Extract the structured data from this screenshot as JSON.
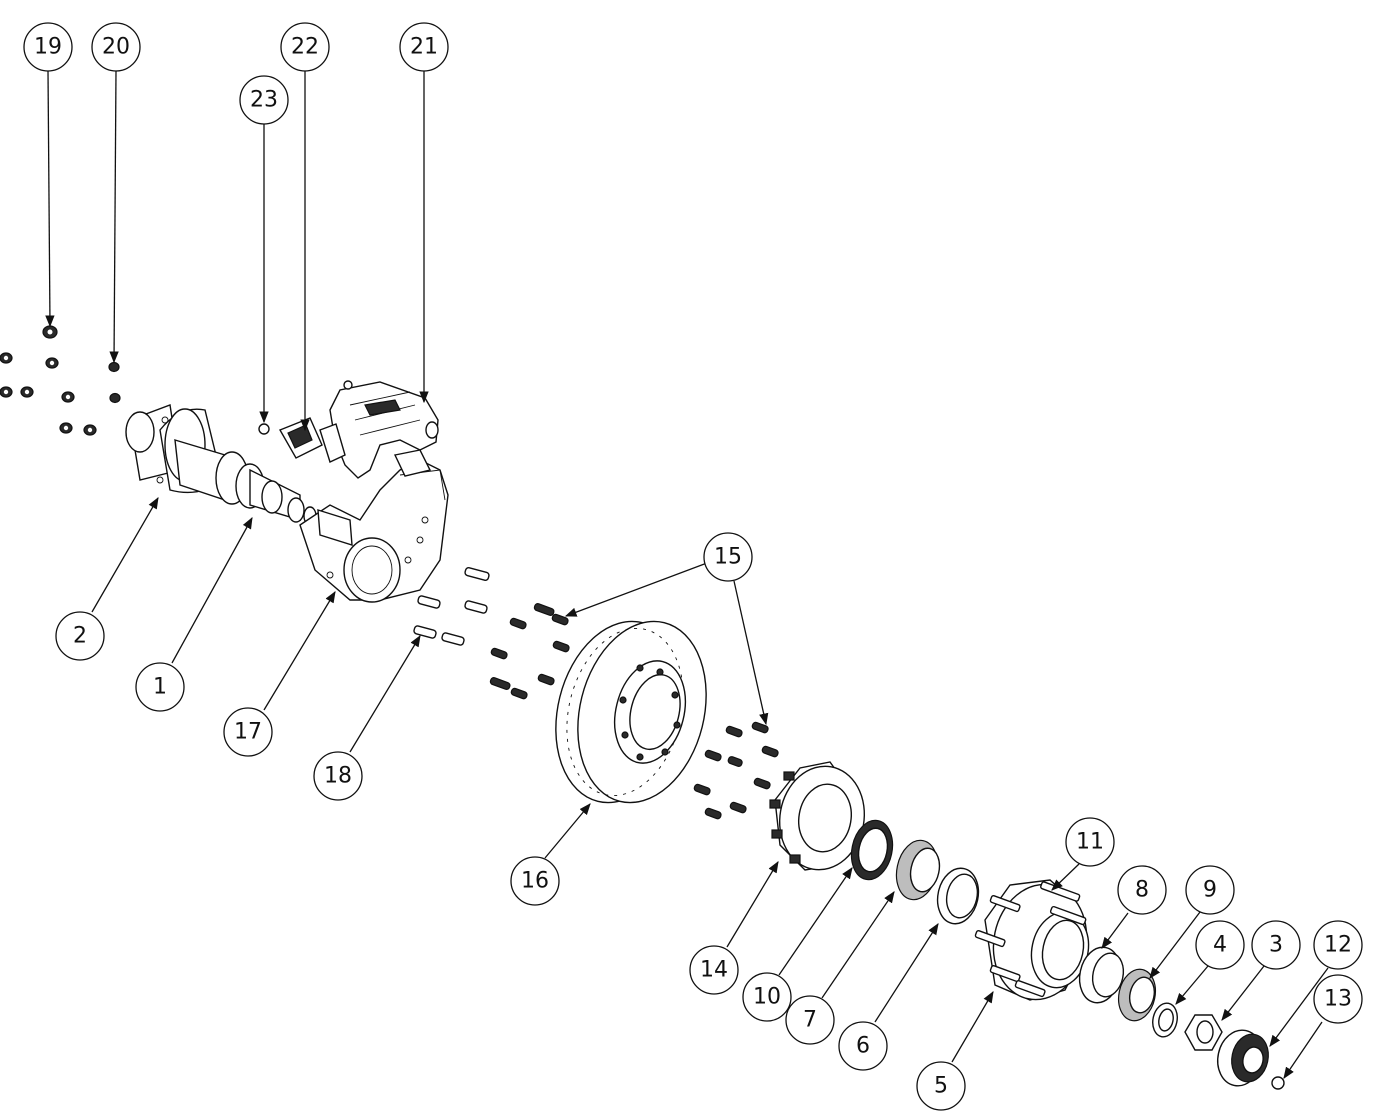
{
  "diagram": {
    "type": "exploded-parts-view",
    "callouts": [
      "1",
      "2",
      "3",
      "4",
      "5",
      "6",
      "7",
      "8",
      "9",
      "10",
      "11",
      "12",
      "13",
      "14",
      "15",
      "16",
      "17",
      "18",
      "19",
      "20",
      "21",
      "22",
      "23"
    ],
    "colors": {
      "line": "#111111",
      "background": "#ffffff",
      "shade": "#2a2a2a"
    }
  }
}
